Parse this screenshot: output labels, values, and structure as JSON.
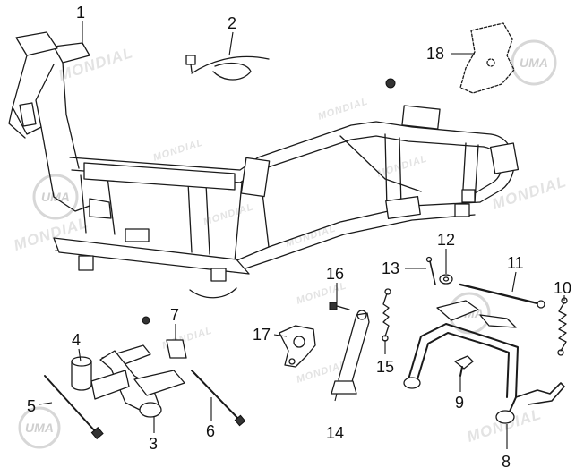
{
  "watermarks": {
    "brand_name": "MONDIAL",
    "logo_text": "UMA"
  },
  "callouts": [
    "1",
    "2",
    "3",
    "4",
    "5",
    "6",
    "7",
    "8",
    "9",
    "10",
    "11",
    "12",
    "13",
    "14",
    "15",
    "16",
    "17",
    "18"
  ],
  "parts": [
    {
      "id": "1",
      "part": "frame"
    },
    {
      "id": "2",
      "part": "cable"
    },
    {
      "id": "3",
      "part": "engine-mount-bracket"
    },
    {
      "id": "4",
      "part": "rubber-bushing"
    },
    {
      "id": "5",
      "part": "long-bolt"
    },
    {
      "id": "6",
      "part": "bolt"
    },
    {
      "id": "7",
      "part": "spacer"
    },
    {
      "id": "8",
      "part": "center-stand"
    },
    {
      "id": "9",
      "part": "stopper"
    },
    {
      "id": "10",
      "part": "stand-spring"
    },
    {
      "id": "11",
      "part": "stand-shaft"
    },
    {
      "id": "12",
      "part": "washer"
    },
    {
      "id": "13",
      "part": "cotter-pin"
    },
    {
      "id": "14",
      "part": "side-stand"
    },
    {
      "id": "15",
      "part": "side-stand-spring"
    },
    {
      "id": "16",
      "part": "side-stand-bolt"
    },
    {
      "id": "17",
      "part": "side-stand-bracket"
    },
    {
      "id": "18",
      "part": "frame-cover-plate"
    }
  ]
}
